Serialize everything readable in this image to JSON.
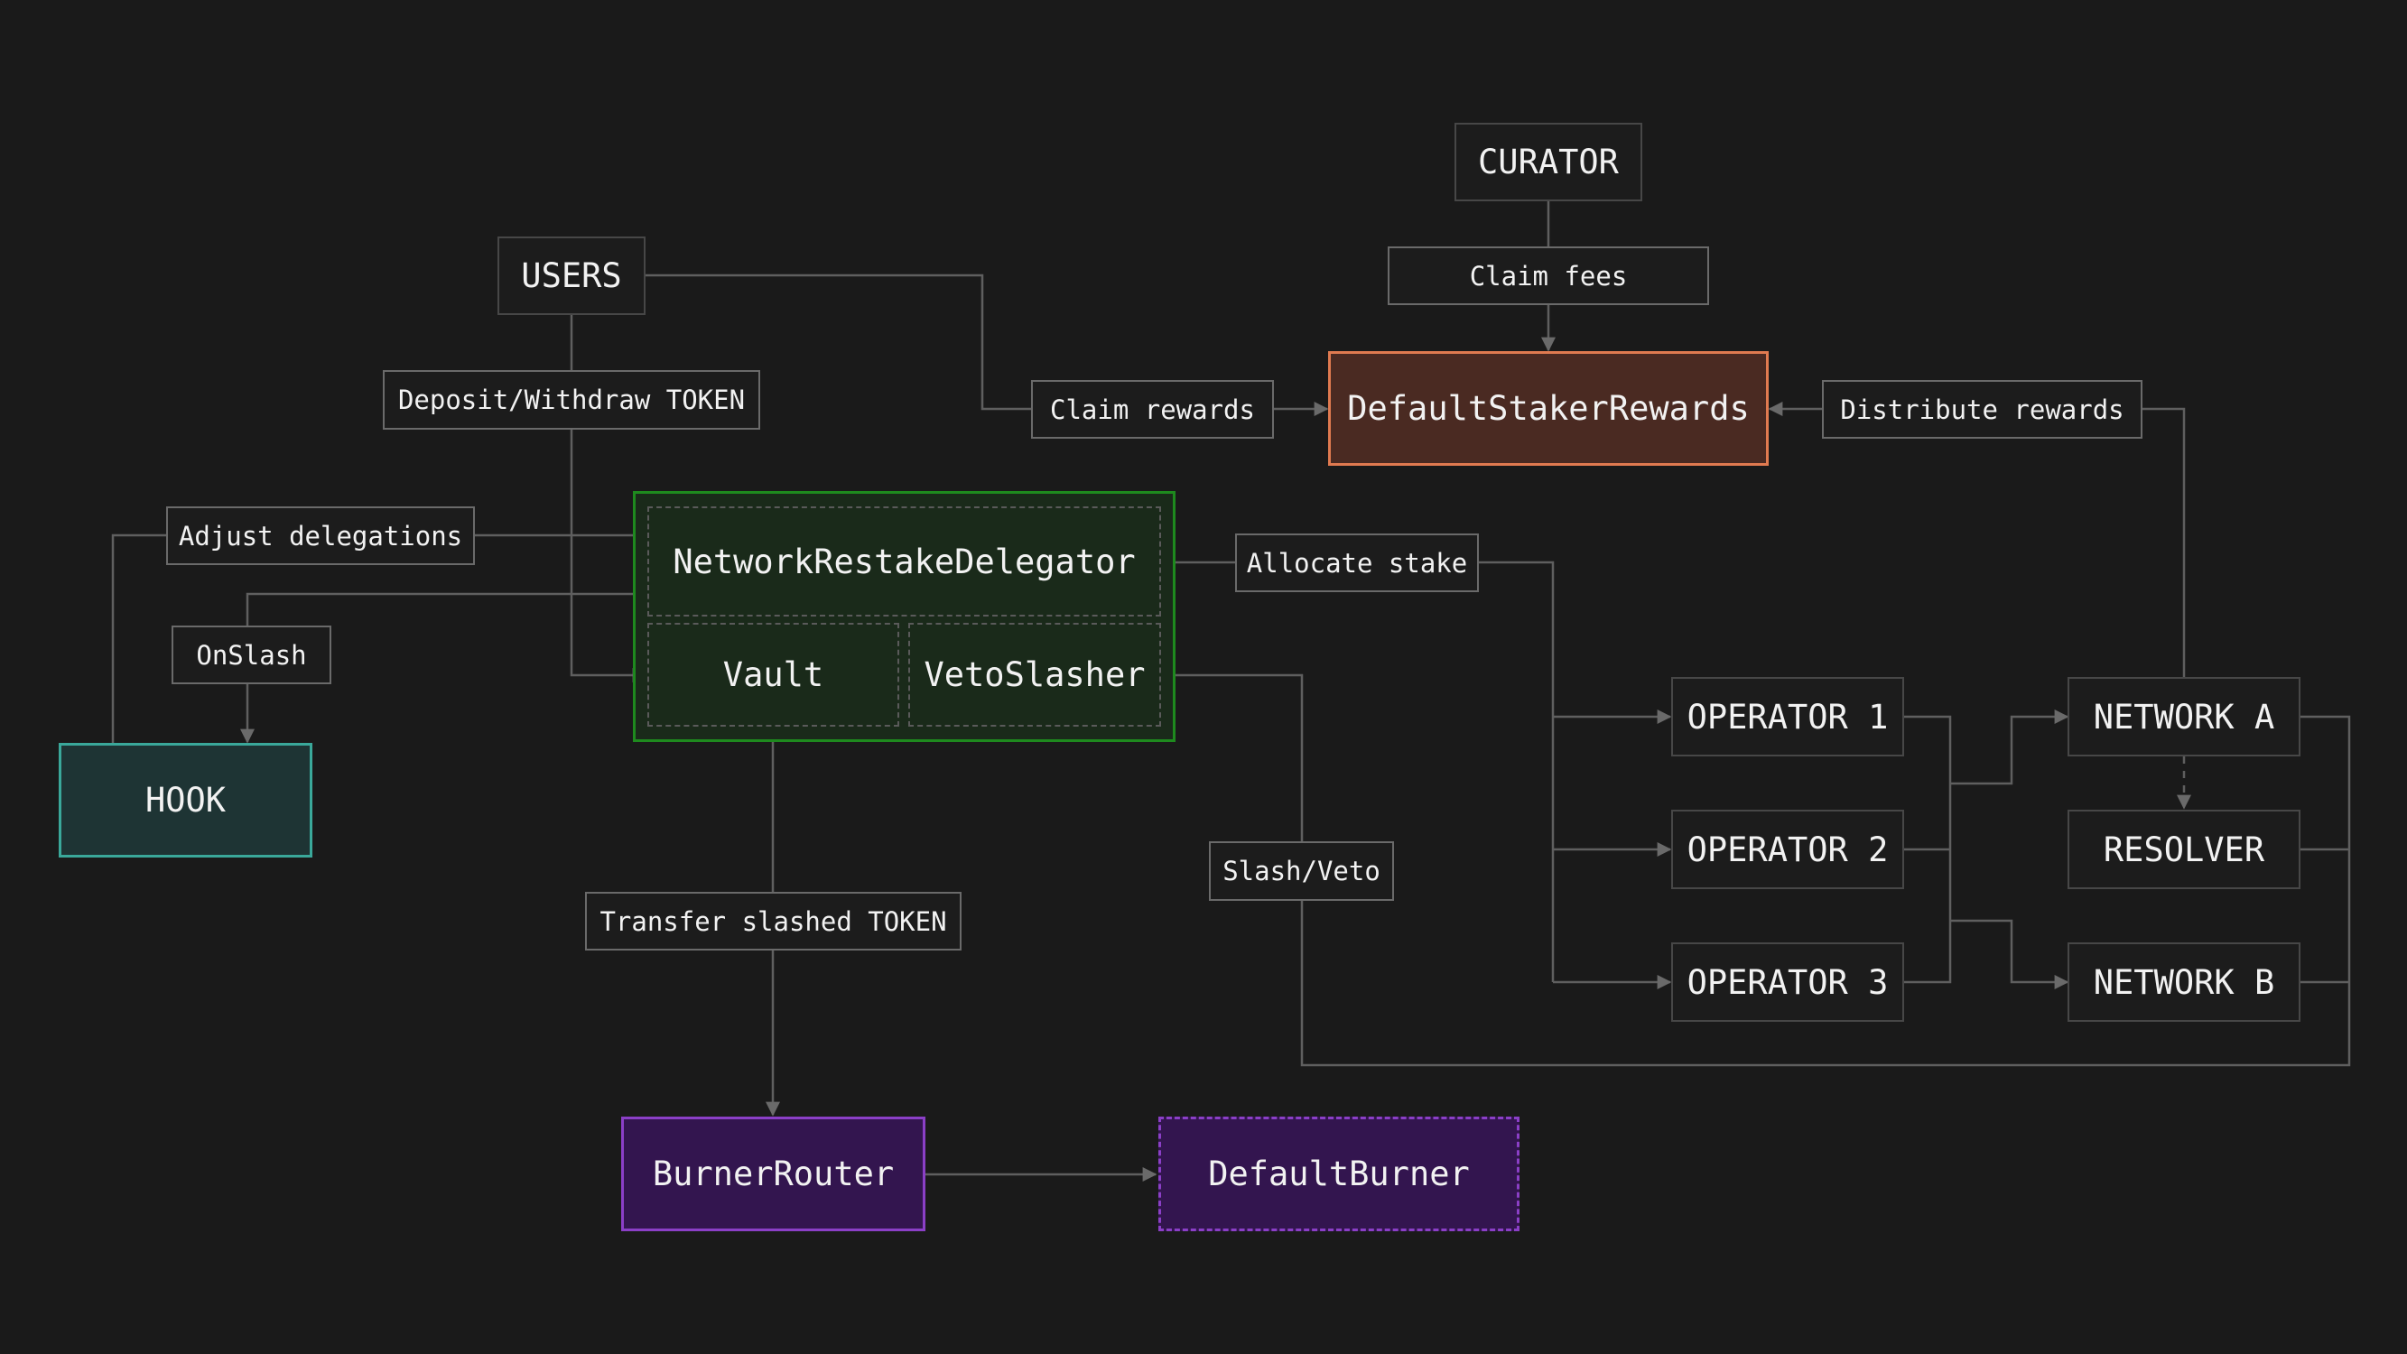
{
  "nodes": {
    "curator": "CURATOR",
    "users": "USERS",
    "default_staker_rewards": "DefaultStakerRewards",
    "network_restake_delegator": "NetworkRestakeDelegator",
    "vault": "Vault",
    "veto_slasher": "VetoSlasher",
    "hook": "HOOK",
    "operator_1": "OPERATOR 1",
    "operator_2": "OPERATOR 2",
    "operator_3": "OPERATOR 3",
    "network_a": "NETWORK A",
    "resolver": "RESOLVER",
    "network_b": "NETWORK B",
    "burner_router": "BurnerRouter",
    "default_burner": "DefaultBurner"
  },
  "labels": {
    "claim_fees": "Claim fees",
    "claim_rewards": "Claim rewards",
    "distribute_rewards": "Distribute rewards",
    "deposit_withdraw": "Deposit/Withdraw TOKEN",
    "adjust_delegations": "Adjust delegations",
    "on_slash": "OnSlash",
    "allocate_stake": "Allocate stake",
    "slash_veto": "Slash/Veto",
    "transfer_slashed": "Transfer slashed TOKEN"
  },
  "colors": {
    "background": "#1a1a1a",
    "line": "#5f5f5f",
    "rewards_accent": "#e07a50",
    "vault_accent": "#1e8a1e",
    "hook_accent": "#3aa89a",
    "burner_accent": "#8b3fc7"
  }
}
